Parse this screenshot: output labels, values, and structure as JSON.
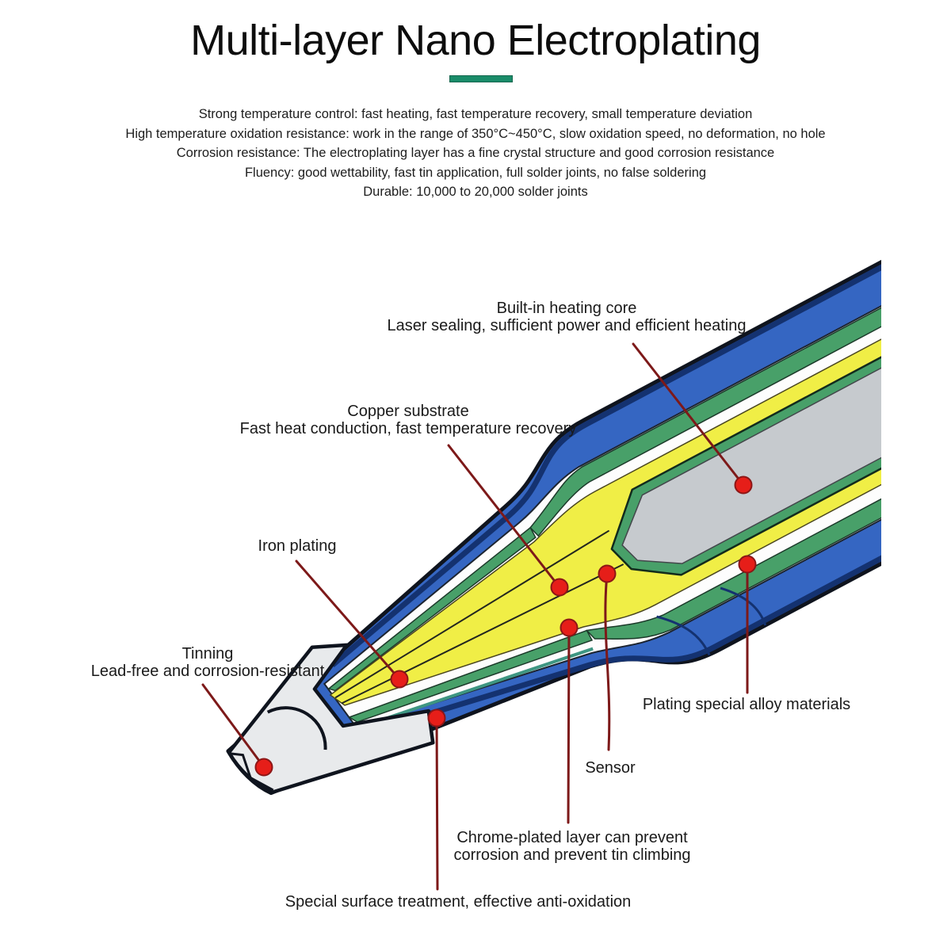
{
  "header": {
    "title": "Multi-layer Nano Electroplating"
  },
  "features": [
    "Strong temperature control: fast heating, fast temperature recovery, small temperature deviation",
    "High temperature oxidation resistance: work in the range of 350°C~450°C, slow oxidation speed, no deformation, no hole",
    "Corrosion resistance: The electroplating layer has a fine crystal structure and good corrosion resistance",
    "Fluency: good wettability, fast tin application, full solder joints, no false soldering",
    "Durable: 10,000 to 20,000 solder joints"
  ],
  "callouts": {
    "heating_core": {
      "lines": [
        "Built-in heating core",
        "Laser sealing, sufficient power and efficient heating"
      ]
    },
    "copper_substrate": {
      "lines": [
        "Copper substrate",
        "Fast heat conduction, fast temperature recovery"
      ]
    },
    "iron_plating": {
      "lines": [
        "Iron plating"
      ]
    },
    "tinning": {
      "lines": [
        "Tinning",
        "Lead-free and corrosion-resistant"
      ]
    },
    "plating_alloy": {
      "lines": [
        "Plating special alloy materials"
      ]
    },
    "sensor": {
      "lines": [
        "Sensor"
      ]
    },
    "chrome_layer": {
      "lines": [
        "Chrome-plated layer can prevent",
        "corrosion and prevent tin climbing"
      ]
    },
    "surface_treatment": {
      "lines": [
        "Special surface treatment, effective anti-oxidation"
      ]
    }
  },
  "diagram": {
    "colors": {
      "blue_shell": "#3566c2",
      "navy_pinstripe": "#143270",
      "outline": "#0f141e",
      "green_layer": "#48a069",
      "teal_layer": "#3e9682",
      "yellow_copper": "#f0ee46",
      "gray_core": "#c6cace",
      "tip_gray": "#e8eaec",
      "white_layer": "#fdfdfd",
      "leader_line": "#7d1919",
      "marker_red": "#e61e19",
      "underline_teal": "#1a8c69"
    }
  }
}
